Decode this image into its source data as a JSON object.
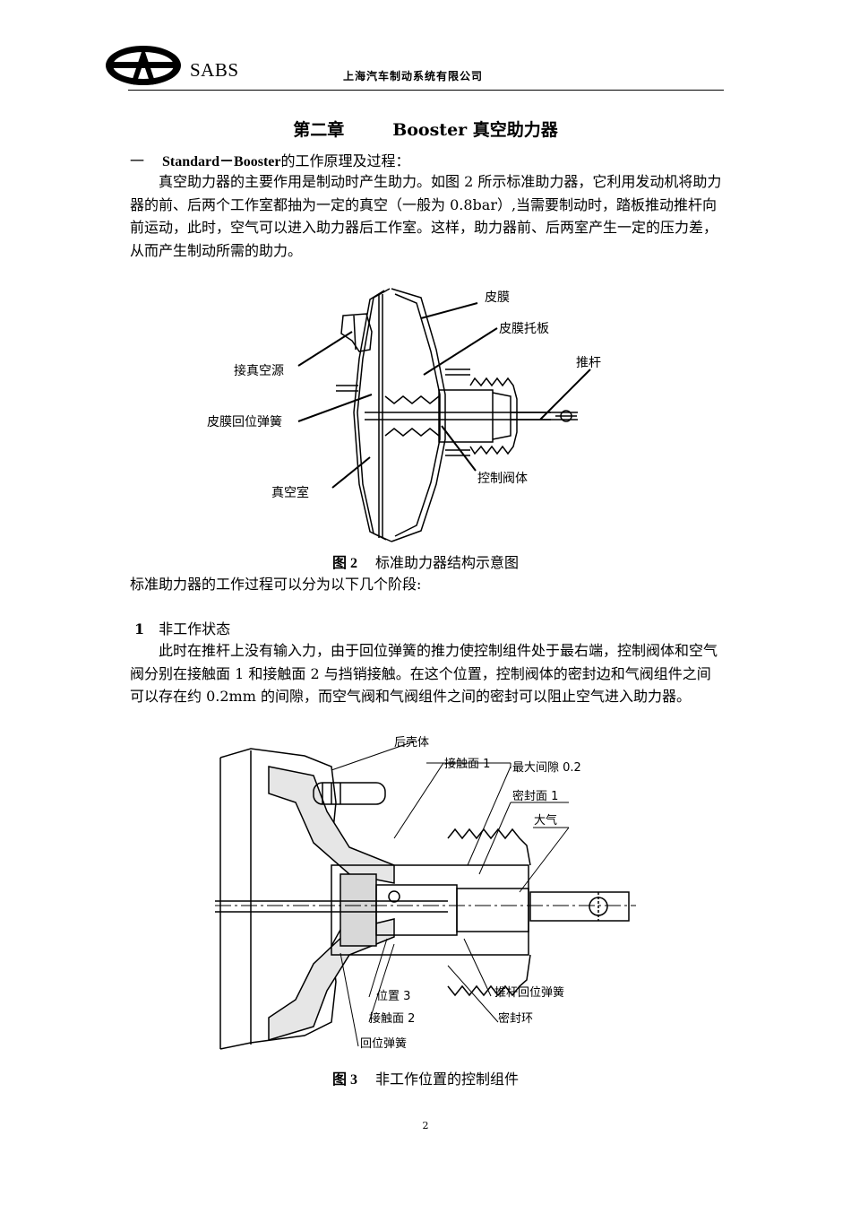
{
  "header": {
    "brand": "SABS",
    "company": "上海汽车制动系统有限公司"
  },
  "chapter": {
    "number": "第二章",
    "title": "Booster 真空助力器"
  },
  "section1": {
    "index": "一",
    "title_term": "Standard－Booster",
    "title_rest": "的工作原理及过程："
  },
  "paragraph1": "真空助力器的主要作用是制动时产生助力。如图 2 所示标准助力器，它利用发动机将助力器的前、后两个工作室都抽为一定的真空（一般为 0.8bar）,当需要制动时，踏板推动推杆向前运动，此时，空气可以进入助力器后工作室。这样，助力器前、后两室产生一定的压力差，从而产生制动所需的助力。",
  "figure2": {
    "labels": {
      "diaphragm": "皮膜",
      "diaphragm_plate": "皮膜托板",
      "pushrod": "推杆",
      "vacuum_source": "接真空源",
      "return_spring": "皮膜回位弹簧",
      "vacuum_chamber": "真空室",
      "control_valve_body": "控制阀体"
    },
    "caption_num": "图 2",
    "caption_text": "标准助力器结构示意图"
  },
  "paragraph2": "标准助力器的工作过程可以分为以下几个阶段:",
  "stage1": {
    "num": "1",
    "title": "非工作状态"
  },
  "paragraph3": "此时在推杆上没有输入力，由于回位弹簧的推力使控制组件处于最右端，控制阀体和空气阀分别在接触面 1 和接触面 2 与挡销接触。在这个位置，控制阀体的密封边和气阀组件之间可以存在约 0.2mm 的间隙，而空气阀和气阀组件之间的密封可以阻止空气进入助力器。",
  "figure3": {
    "labels": {
      "rear_shell": "后壳体",
      "contact_surface_1": "接触面 1",
      "max_gap": "最大间隙 0.2",
      "seal_surface_1": "密封面 1",
      "atmosphere": "大气",
      "position_3": "位置 3",
      "contact_surface_2": "接触面 2",
      "return_spring": "回位弹簧",
      "pushrod_return_spring": "推杆回位弹簧",
      "seal_ring": "密封环"
    },
    "caption_num": "图 3",
    "caption_text": "非工作位置的控制组件"
  },
  "page_number": "2"
}
